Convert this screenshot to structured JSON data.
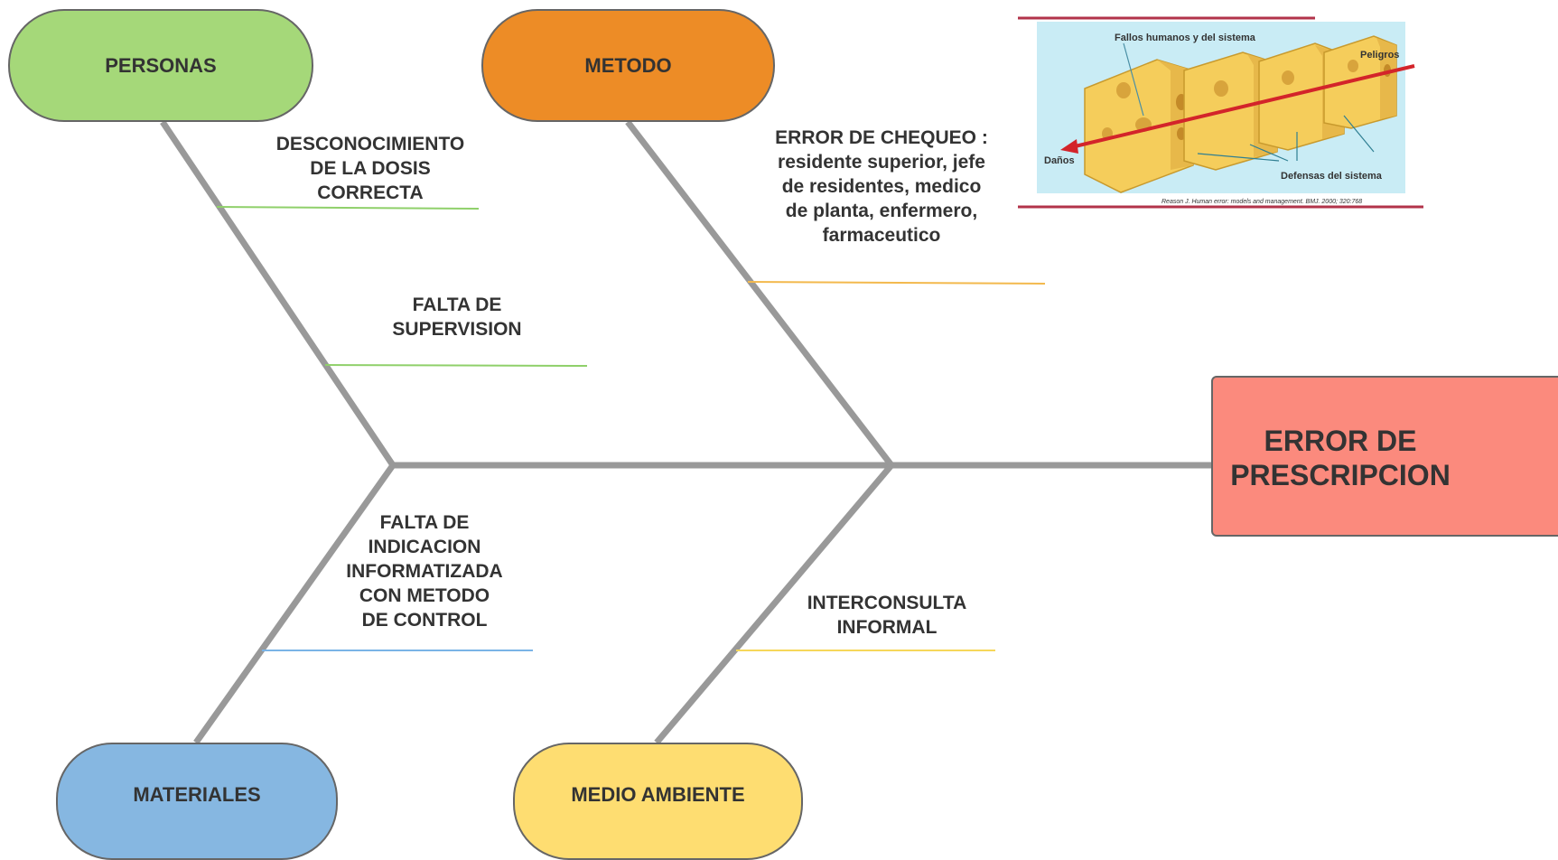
{
  "effect": {
    "label": "ERROR DE\nPRESCRIPCION",
    "color": "#fb8a7d"
  },
  "categories": [
    {
      "id": "personas",
      "label": "PERSONAS",
      "color": "#a5d879"
    },
    {
      "id": "metodo",
      "label": "METODO",
      "color": "#ed8c26"
    },
    {
      "id": "materiales",
      "label": "MATERIALES",
      "color": "#86b7e1"
    },
    {
      "id": "medio_ambiente",
      "label": "MEDIO AMBIENTE",
      "color": "#fedd71"
    }
  ],
  "causes": {
    "desconocimiento": "DESCONOCIMIENTO\nDE LA DOSIS\nCORRECTA",
    "falta_supervision": "FALTA DE\nSUPERVISION",
    "error_chequeo": "ERROR DE CHEQUEO :\nresidente superior, jefe\nde residentes, medico\nde planta, enfermero,\nfarmaceutico",
    "falta_indicacion": "FALTA DE\nINDICACION\nINFORMATIZADA\nCON METODO\nDE CONTROL",
    "interconsulta": "INTERCONSULTA\nINFORMAL"
  },
  "reference_image": {
    "label_top": "Fallos humanos y del sistema",
    "label_peligros": "Peligros",
    "label_danos": "Daños",
    "label_defensas": "Defensas del sistema",
    "citation": "Reason J. Human error: models and management. BMJ. 2000; 320:768"
  },
  "colors": {
    "bone": "#999999",
    "line_personas": "#8fd06a",
    "line_metodo": "#f3b94d",
    "line_materiales": "#7ab4e6",
    "line_medio": "#f6d75a",
    "rule": "#b2334a"
  }
}
